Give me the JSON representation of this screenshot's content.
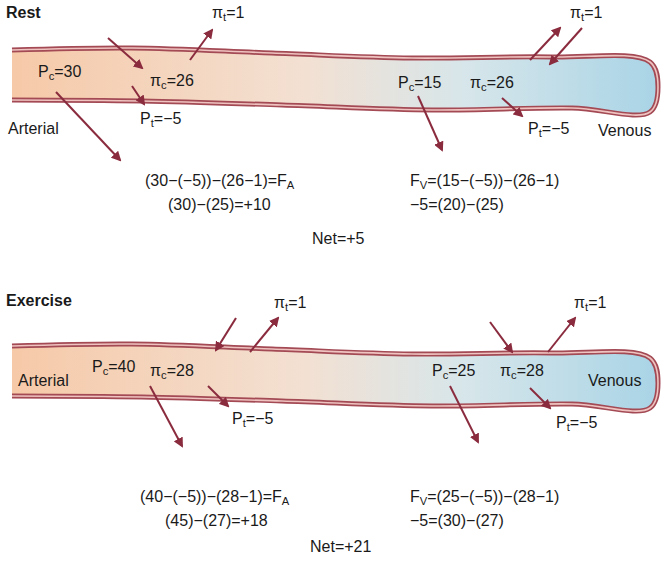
{
  "diagram": {
    "nodes": [
      {
        "text": [
          "Pc=30",
          "πc=26",
          "Pc=15",
          "πc=26"
        ]
      },
      {
        "text": [
          "Pc=40",
          "πc=28",
          "Pc=25",
          "πc=28"
        ]
      }
    ],
    "labels": [
      "Rest",
      "πt=1",
      "Pt=−5",
      "Arterial",
      "πt=1",
      "Pt=−5",
      "Venous",
      "(30−(−5))−(26−1)=FA",
      "(30)−(25)=+10",
      "FV=(15−(−5))−(26−1)",
      "−5=(20)−(25)",
      "Net=+5",
      "Exercise",
      "πt=1",
      "Arterial",
      "Pt=−5",
      "πt=1",
      "Venous",
      "Pt=−5",
      "(40−(−5))−(28−1)=FA",
      "(45)−(27)=+18",
      "FV=(25−(−5))−(28−1)",
      "−5=(30)−(27)",
      "Net=+21"
    ]
  }
}
